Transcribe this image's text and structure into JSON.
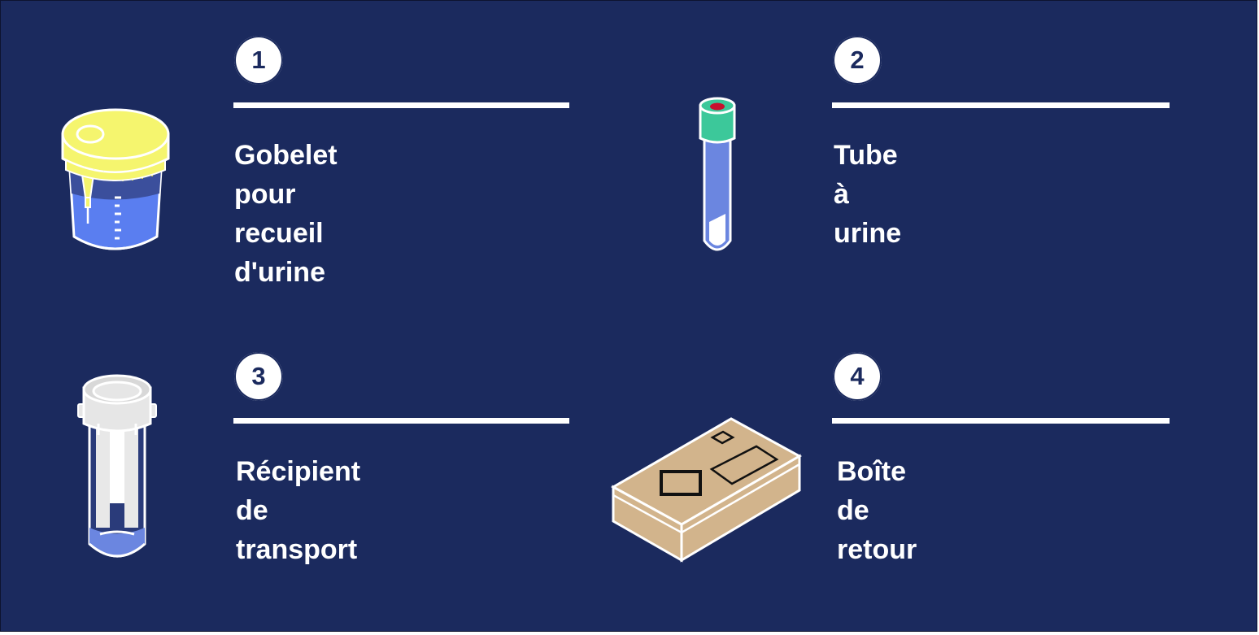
{
  "items": [
    {
      "number": "1",
      "label_line1": "Gobelet pour recueil",
      "label_line2": "d'urine",
      "icon": "urine-cup-icon"
    },
    {
      "number": "2",
      "label_line1": "Tube à urine",
      "label_line2": "",
      "icon": "urine-tube-icon"
    },
    {
      "number": "3",
      "label_line1": "Récipient de transport",
      "label_line2": "",
      "icon": "transport-container-icon"
    },
    {
      "number": "4",
      "label_line1": "Boîte de retour",
      "label_line2": "",
      "icon": "return-box-icon"
    }
  ],
  "colors": {
    "background": "#1b2a5e",
    "cup_lid": "#f5f56e",
    "cup_body": "#5a7ef0",
    "tube_cap": "#3cc89a",
    "tube_body": "#6b86e0",
    "tube_dot": "#c8102e",
    "box": "#d2b48c"
  }
}
